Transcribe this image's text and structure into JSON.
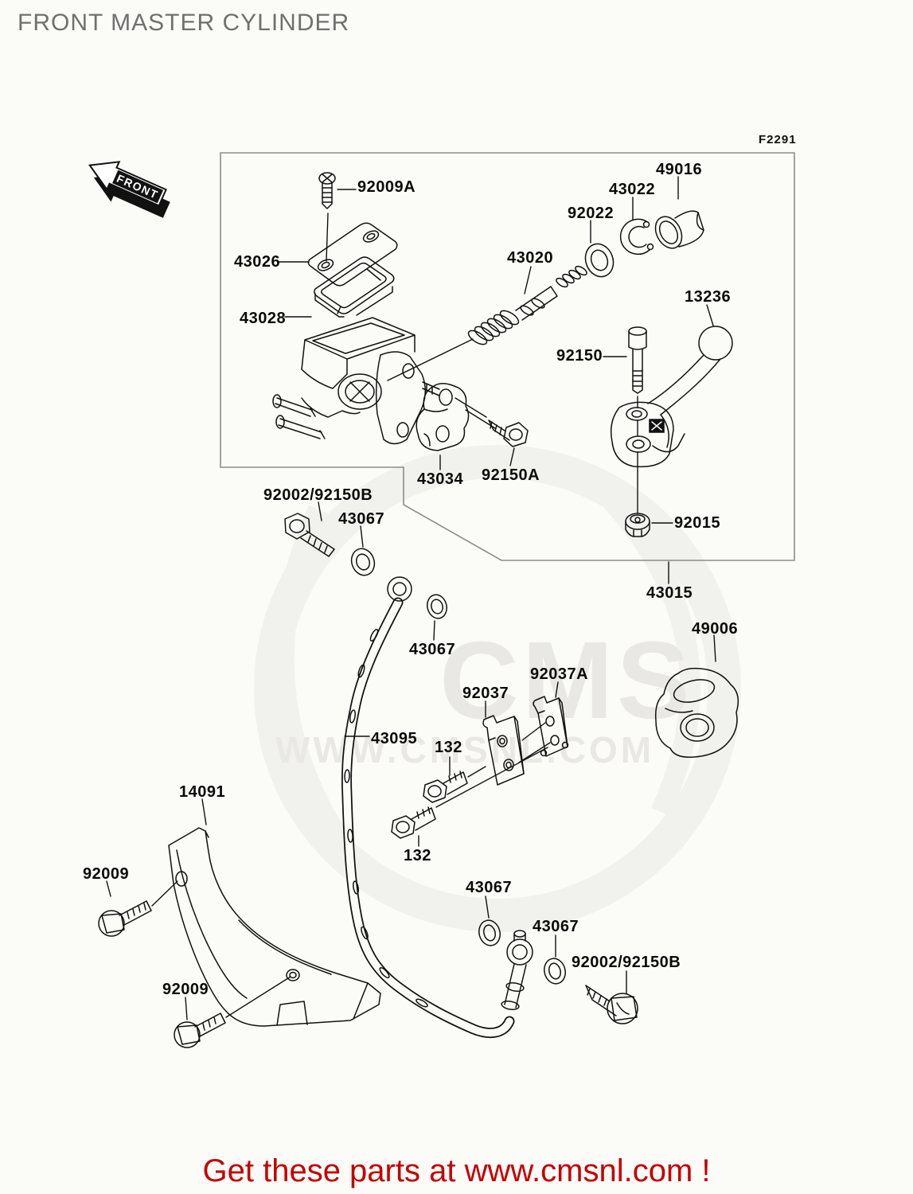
{
  "header": {
    "title": "FRONT MASTER CYLINDER"
  },
  "figure": {
    "code": "F2291",
    "front_marker": "FRONT",
    "part_labels": [
      "92009A",
      "43026",
      "43028",
      "43020",
      "92022",
      "43022",
      "49016",
      "13236",
      "92150",
      "43034",
      "92150A",
      "92015",
      "43015",
      "92002/92150B",
      "43067",
      "43067",
      "92037",
      "92037A",
      "49006",
      "43095",
      "132",
      "14091",
      "92009",
      "132",
      "92009",
      "43067",
      "43067",
      "92002/92150B"
    ]
  },
  "watermark": {
    "logo_text": "CMS",
    "site_text": "WWW.CMSNL.COM"
  },
  "footer": {
    "text": "Get these parts at www.cmsnl.com !"
  },
  "colors": {
    "background": "#fbfbf7",
    "diagram_line": "#111111",
    "frame_line": "#8c8c8c",
    "title_text": "#707070",
    "footer_text": "#c40000",
    "watermark": "#e9e8e4"
  }
}
